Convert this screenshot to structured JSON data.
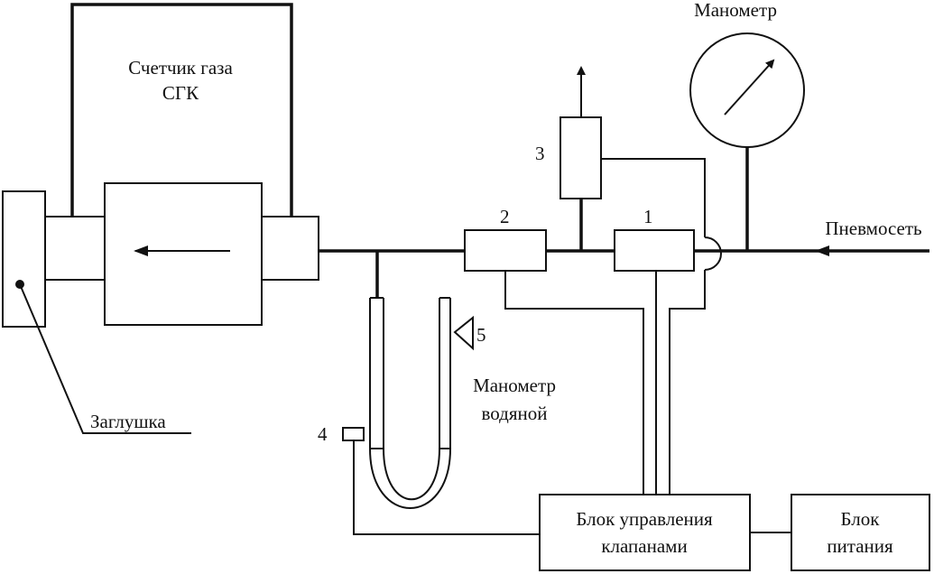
{
  "labels": {
    "gas_meter_line1": "Счетчик газа",
    "gas_meter_line2": "СГК",
    "manometer": "Манометр",
    "pneumonet": "Пневмосеть",
    "plug": "Заглушка",
    "water_manometer_line1": "Манометр",
    "water_manometer_line2": "водяной",
    "control_block_line1": "Блок управления",
    "control_block_line2": "клапанами",
    "power_block_line1": "Блок",
    "power_block_line2": "питания"
  },
  "numbers": {
    "n1": "1",
    "n2": "2",
    "n3": "3",
    "n4": "4",
    "n5": "5"
  }
}
